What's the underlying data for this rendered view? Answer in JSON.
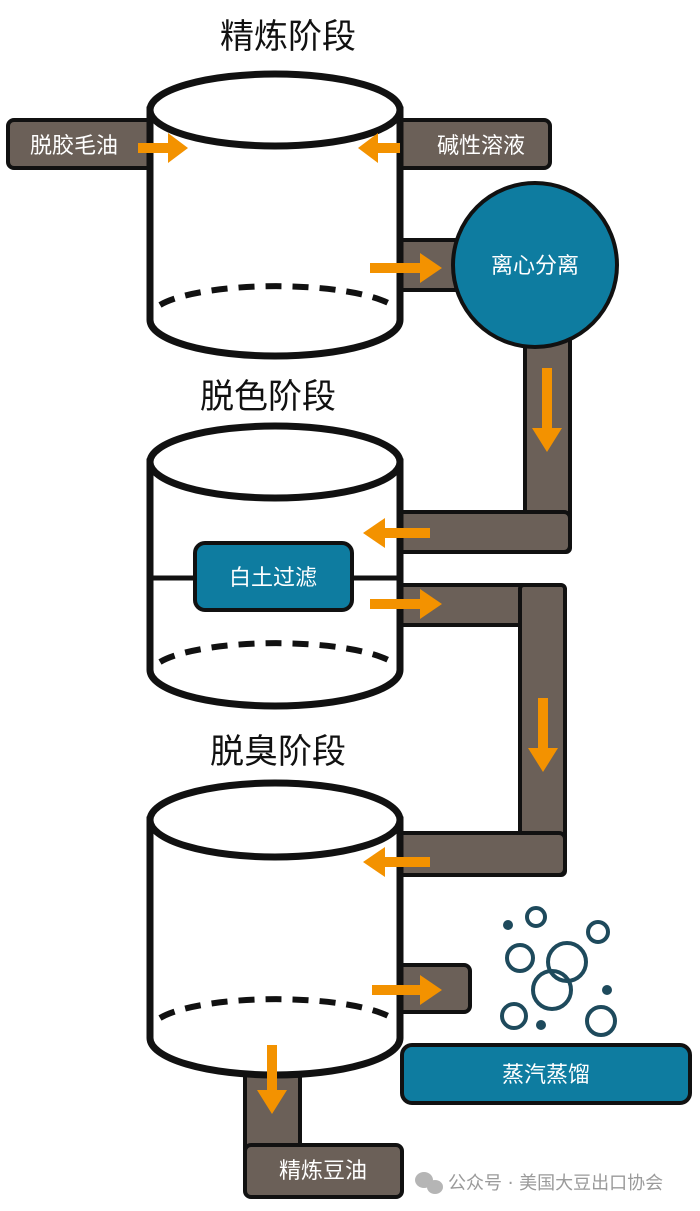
{
  "stages": {
    "refining": "精炼阶段",
    "bleaching": "脱色阶段",
    "deodorizing": "脱臭阶段"
  },
  "labels": {
    "degummed_oil": "脱胶毛油",
    "alkali_solution": "碱性溶液",
    "centrifuge": "离心分离",
    "clay_filter": "白土过滤",
    "steam_distillation": "蒸汽蒸馏",
    "refined_oil": "精炼豆油"
  },
  "watermark": "公众号 · 美国大豆出口协会",
  "colors": {
    "pipe": "#6b6058",
    "process": "#0e7ca0",
    "arrow": "#f39200",
    "bubble": "#1e4a5c"
  }
}
